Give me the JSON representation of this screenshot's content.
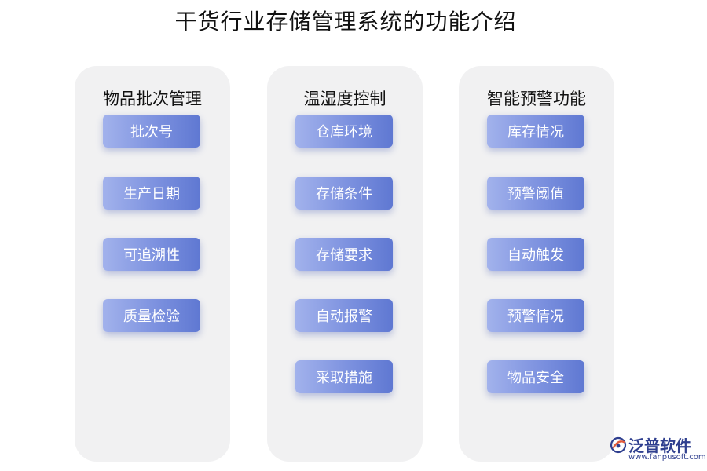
{
  "title": "干货行业存储管理系统的功能介绍",
  "columns": [
    {
      "heading": "物品批次管理",
      "items": [
        "批次号",
        "生产日期",
        "可追溯性",
        "质量检验"
      ]
    },
    {
      "heading": "温湿度控制",
      "items": [
        "仓库环境",
        "存储条件",
        "存储要求",
        "自动报警",
        "采取措施"
      ]
    },
    {
      "heading": "智能预警功能",
      "items": [
        "库存情况",
        "预警阈值",
        "自动触发",
        "预警情况",
        "物品安全"
      ]
    }
  ],
  "logo": {
    "name": "泛普软件",
    "url": "www.fanpusoft.com",
    "icon": "fanpu-logo-icon",
    "color": "#2f3f8f"
  },
  "colors": {
    "item_start": "#a2b2ec",
    "item_end": "#5f78d2",
    "panel": "#f1f1f2"
  }
}
